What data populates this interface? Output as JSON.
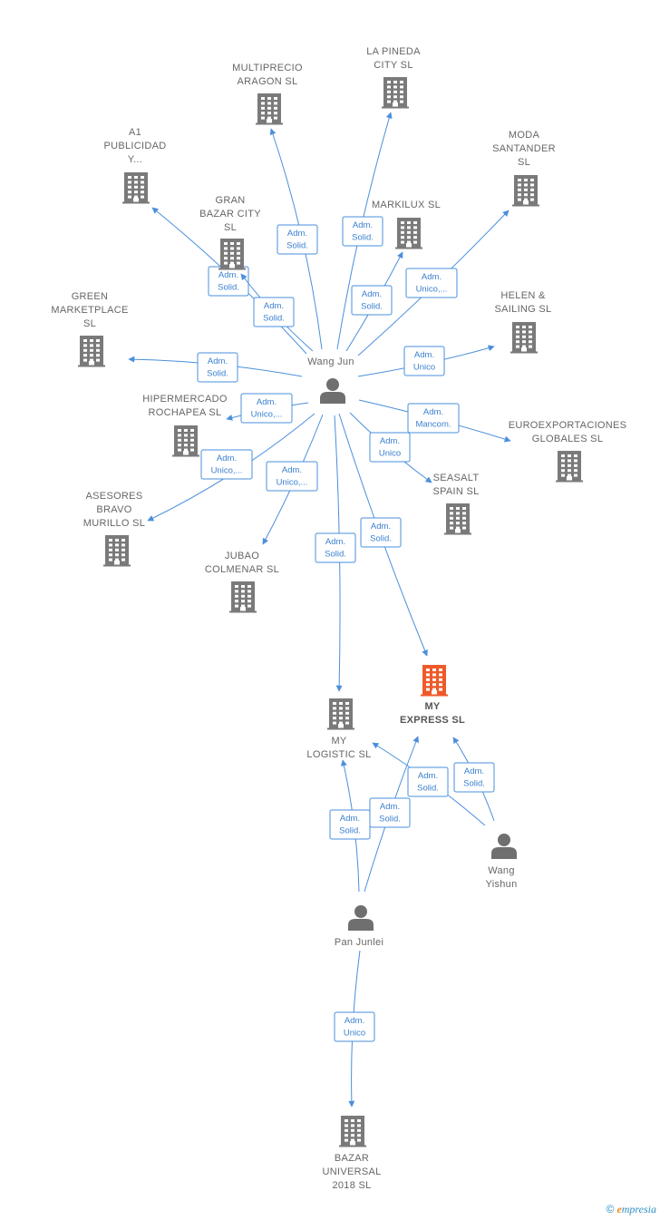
{
  "colors": {
    "company": "#7a7a7a",
    "main_company": "#ee5a2a",
    "person": "#6f6f6f",
    "edge": "#4a8fdc"
  },
  "nodes": [
    {
      "id": "lapineda",
      "type": "company",
      "lines": [
        "LA PINEDA",
        "CITY  SL"
      ]
    },
    {
      "id": "multiprecio",
      "type": "company",
      "lines": [
        "MULTIPRECIO",
        "ARAGON  SL"
      ]
    },
    {
      "id": "a1",
      "type": "company",
      "lines": [
        "A1",
        "PUBLICIDAD",
        "Y..."
      ]
    },
    {
      "id": "moda",
      "type": "company",
      "lines": [
        "MODA",
        "SANTANDER",
        "SL"
      ]
    },
    {
      "id": "granbazar",
      "type": "company",
      "lines": [
        "GRAN",
        "BAZAR CITY",
        "SL"
      ]
    },
    {
      "id": "markilux",
      "type": "company",
      "lines": [
        "MARKILUX  SL"
      ]
    },
    {
      "id": "green",
      "type": "company",
      "lines": [
        "GREEN",
        "MARKETPLACE",
        "SL"
      ]
    },
    {
      "id": "helen",
      "type": "company",
      "lines": [
        "HELEN &",
        "SAILING  SL"
      ]
    },
    {
      "id": "hipermercado",
      "type": "company",
      "lines": [
        "HIPERMERCADO",
        "ROCHAPEA  SL"
      ]
    },
    {
      "id": "euro",
      "type": "company",
      "lines": [
        "EUROEXPORTACIONES",
        "GLOBALES SL"
      ]
    },
    {
      "id": "seasalt",
      "type": "company",
      "lines": [
        "SEASALT",
        "SPAIN  SL"
      ]
    },
    {
      "id": "asesores",
      "type": "company",
      "lines": [
        "ASESORES",
        "BRAVO",
        "MURILLO  SL"
      ]
    },
    {
      "id": "jubao",
      "type": "company",
      "lines": [
        "JUBAO",
        "COLMENAR SL"
      ]
    },
    {
      "id": "myexpress",
      "type": "main",
      "lines": [
        "MY",
        "EXPRESS  SL"
      ]
    },
    {
      "id": "mylogistic",
      "type": "company",
      "lines": [
        "MY",
        "LOGISTIC  SL"
      ]
    },
    {
      "id": "bazar",
      "type": "company",
      "lines": [
        "BAZAR",
        "UNIVERSAL",
        "2018  SL"
      ]
    },
    {
      "id": "wangjun",
      "type": "person",
      "lines": [
        "Wang Jun"
      ]
    },
    {
      "id": "wangyishun",
      "type": "person",
      "lines": [
        "Wang",
        "Yishun"
      ]
    },
    {
      "id": "panjunlei",
      "type": "person",
      "lines": [
        "Pan Junlei"
      ]
    }
  ],
  "edges": [
    {
      "from": "wangjun",
      "to": "multiprecio",
      "label": [
        "Adm.",
        "Solid."
      ]
    },
    {
      "from": "wangjun",
      "to": "lapineda",
      "label": [
        "Adm.",
        "Solid."
      ]
    },
    {
      "from": "wangjun",
      "to": "a1",
      "label": [
        "Adm.",
        "Solid."
      ]
    },
    {
      "from": "wangjun",
      "to": "granbazar",
      "label": [
        "Adm.",
        "Solid."
      ]
    },
    {
      "from": "wangjun",
      "to": "markilux",
      "label": [
        "Adm.",
        "Solid."
      ]
    },
    {
      "from": "wangjun",
      "to": "moda",
      "label": [
        "Adm.",
        "Unico,..."
      ]
    },
    {
      "from": "wangjun",
      "to": "green",
      "label": [
        "Adm.",
        "Solid."
      ]
    },
    {
      "from": "wangjun",
      "to": "helen",
      "label": [
        "Adm.",
        "Unico"
      ]
    },
    {
      "from": "wangjun",
      "to": "hipermercado",
      "label": [
        "Adm.",
        "Unico,..."
      ]
    },
    {
      "from": "wangjun",
      "to": "euro",
      "label": [
        "Adm.",
        "Mancom."
      ]
    },
    {
      "from": "wangjun",
      "to": "seasalt",
      "label": [
        "Adm.",
        "Unico"
      ]
    },
    {
      "from": "wangjun",
      "to": "asesores",
      "label": [
        "Adm.",
        "Unico,..."
      ]
    },
    {
      "from": "wangjun",
      "to": "jubao",
      "label": [
        "Adm.",
        "Unico,..."
      ]
    },
    {
      "from": "wangjun",
      "to": "mylogistic",
      "label": [
        "Adm.",
        "Solid."
      ]
    },
    {
      "from": "wangjun",
      "to": "myexpress",
      "label": [
        "Adm.",
        "Solid."
      ]
    },
    {
      "from": "wangyishun",
      "to": "mylogistic",
      "label": [
        "Adm.",
        "Solid."
      ]
    },
    {
      "from": "wangyishun",
      "to": "myexpress",
      "label": [
        "Adm.",
        "Solid."
      ]
    },
    {
      "from": "panjunlei",
      "to": "mylogistic",
      "label": [
        "Adm.",
        "Solid."
      ]
    },
    {
      "from": "panjunlei",
      "to": "myexpress",
      "label": [
        "Adm.",
        "Solid."
      ]
    },
    {
      "from": "panjunlei",
      "to": "bazar",
      "label": [
        "Adm.",
        "Unico"
      ]
    }
  ],
  "footer": {
    "copyright": "©",
    "brand_initial": "e",
    "brand_rest": "mpresia"
  }
}
